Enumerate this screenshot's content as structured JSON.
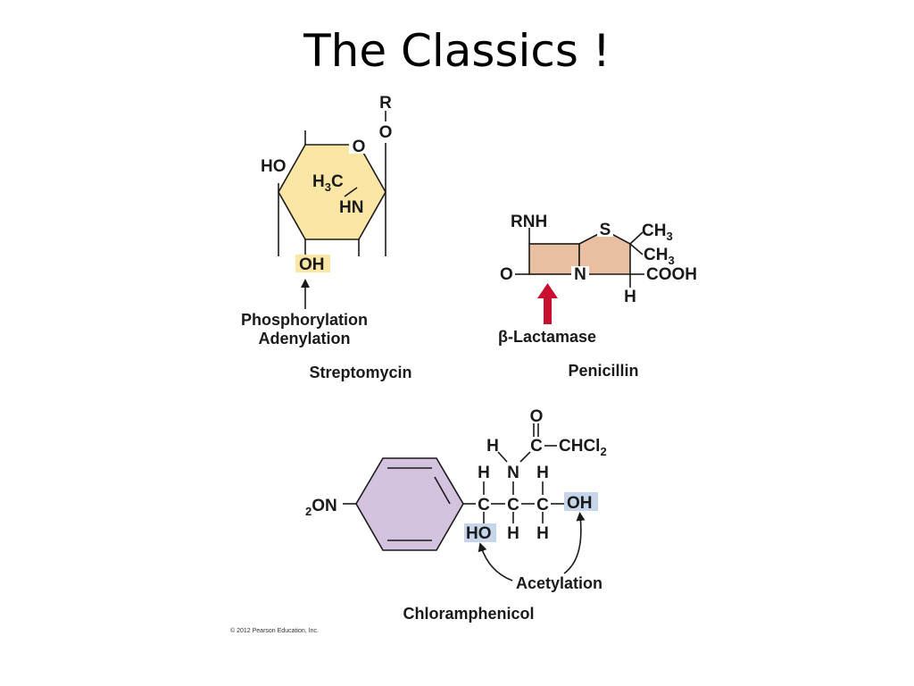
{
  "title": "The Classics !",
  "colors": {
    "streptomycin_ring": "#fce6a5",
    "penicillin_ring": "#e9bfa1",
    "chloramphenicol_ring": "#d4c3df",
    "highlight_blue": "#c6d5ea",
    "highlight_yellow": "#fce6a5",
    "beta_lactamase_arrow": "#c8102e"
  },
  "streptomycin": {
    "name": "Streptomycin",
    "R": "R",
    "O_link": "O",
    "HO": "HO",
    "ring_O": "O",
    "H3C": "H",
    "H3C_sub": "3",
    "H3C_end": "C",
    "HN": "HN",
    "OH": "OH",
    "mod1": "Phosphorylation",
    "mod2": "Adenylation"
  },
  "penicillin": {
    "name": "Penicillin",
    "RNH": "RNH",
    "S": "S",
    "CH3_a": "CH",
    "CH3_a_sub": "3",
    "CH3_b": "CH",
    "CH3_b_sub": "3",
    "COOH": "COOH",
    "O": "O",
    "N": "N",
    "H": "H",
    "enzyme": "β-Lactamase"
  },
  "chloramphenicol": {
    "name": "Chloramphenicol",
    "O2N_sub": "2",
    "O2N": "ON",
    "O_top": "O",
    "H_left": "H",
    "C_carbonyl": "C",
    "CHCl2": "CHCl",
    "CHCl2_sub": "2",
    "H1": "H",
    "N": "N",
    "H2": "H",
    "C1": "C",
    "C2": "C",
    "C3": "C",
    "OH": "OH",
    "HO": "HO",
    "H3": "H",
    "H4": "H",
    "mod": "Acetylation"
  },
  "copyright": "© 2012 Pearson Education, Inc."
}
